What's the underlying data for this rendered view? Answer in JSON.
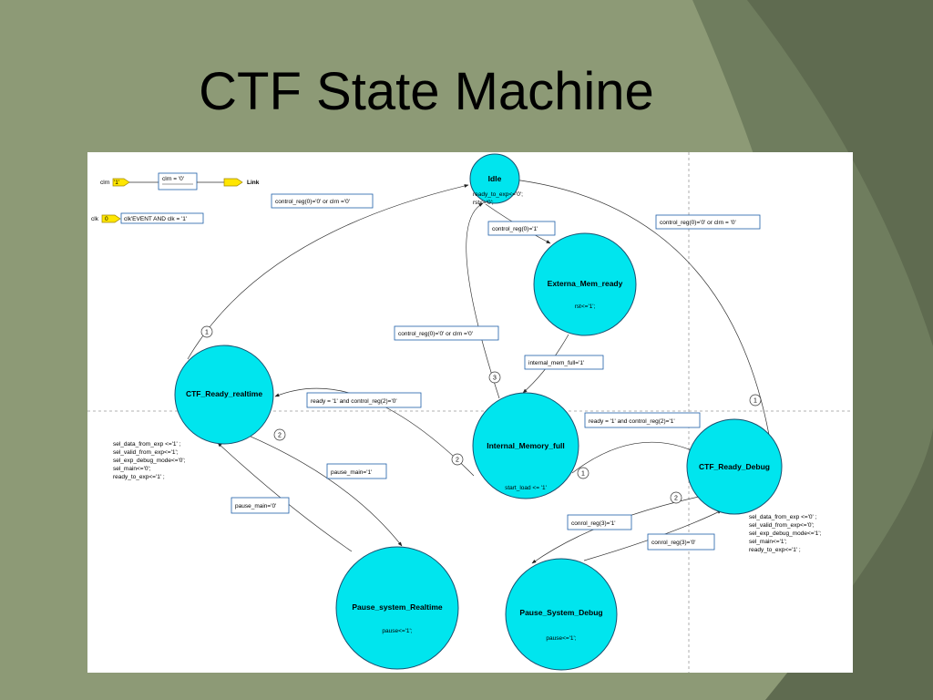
{
  "slide": {
    "title": "CTF State Machine"
  },
  "legend": {
    "reset_port": "clrn",
    "reset_value": "'1'",
    "reset_condition": "clrn = '0'",
    "reset_target": "Link",
    "clock_port": "clk",
    "clock_value": "0",
    "clock_condition": "clk'EVENT AND clk = '1'"
  },
  "states": {
    "idle": {
      "name": "Idle",
      "actions": [
        "ready_to_exp<='0';",
        "rst<='0';"
      ]
    },
    "mem_ready": {
      "name": "Externa_Mem_ready",
      "actions": [
        "rst<='1';"
      ]
    },
    "internal_full": {
      "name": "Internal_Memory_full",
      "actions": [
        "start_load <= '1'"
      ]
    },
    "ready_realtime": {
      "name": "CTF_Ready_realtime",
      "actions": []
    },
    "ready_debug": {
      "name": "CTF_Ready_Debug",
      "actions": []
    },
    "pause_realtime": {
      "name": "Pause_system_Realtime",
      "actions": [
        "pause<='1';"
      ]
    },
    "pause_debug": {
      "name": "Pause_System_Debug",
      "actions": [
        "pause<='1';"
      ]
    }
  },
  "conditions": {
    "realtime_to_idle": "control_reg(0)='0' or clrn ='0'",
    "idle_to_mem": "control_reg(0)='1'",
    "debug_to_idle": "control_reg(0)='0' or clrn = '0'",
    "full_to_idle": "control_reg(0)='0' or clrn ='0'",
    "mem_to_full": "internal_mem_full='1'",
    "full_to_realtime": "ready = '1' and control_reg(2)='0'",
    "full_to_debug": "ready = '1' and  control_reg(2)='1'",
    "realtime_to_pause": "pause_main='1'",
    "pause_to_realtime": "pause_main='0'",
    "debug_to_pause": "conrol_reg(3)='1'",
    "pause_to_debug": "conrol_reg(3)='0'"
  },
  "priorities": {
    "realtime_idle": "1",
    "realtime_pause": "2",
    "full_idle": "3",
    "full_realtime": "2",
    "full_debug": "1",
    "debug_idle": "1",
    "debug_pause": "2"
  },
  "notes": {
    "realtime": [
      "sel_data_from_exp <='1' ;",
      "sel_valid_from_exp<='1';",
      "sel_exp_debug_mode<='0';",
      "sel_main<='0';",
      "ready_to_exp<='1' ;"
    ],
    "debug": [
      "sel_data_from_exp <='0' ;",
      "sel_valid_from_exp<='0';",
      "sel_exp_debug_mode<='1';",
      "sel_main<='1';",
      "ready_to_exp<='1' ;"
    ]
  }
}
